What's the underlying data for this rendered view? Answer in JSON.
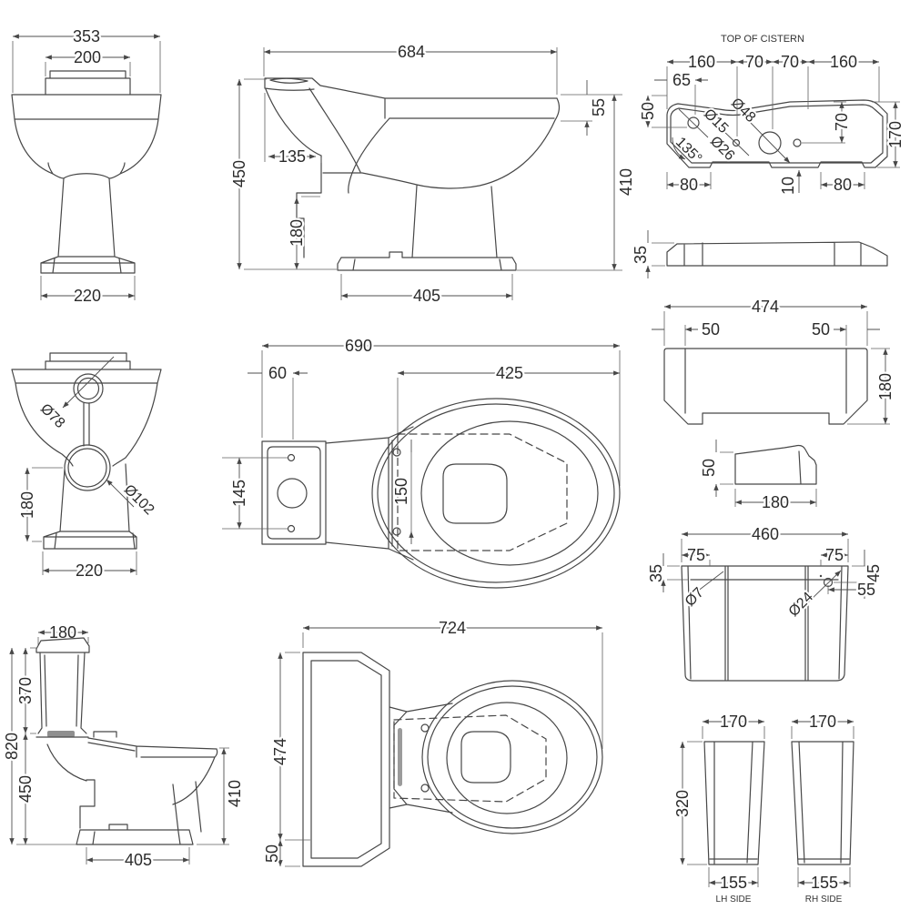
{
  "drawing": {
    "pan_front": {
      "width_top": "353",
      "width_flush": "200",
      "width_base": "220"
    },
    "pan_side": {
      "length": "684",
      "rim_depth": "55",
      "height": "450",
      "setback": "135",
      "outlet_height": "180",
      "base_length": "405",
      "rim_height": "410"
    },
    "cistern_top": {
      "title": "TOP OF CISTERN",
      "d160_left": "160",
      "d70_left": "70",
      "d70_right": "70",
      "d160_right": "160",
      "d65": "65",
      "d50": "50",
      "hole_small": "Ø15",
      "hole_mid": "Ø26",
      "hole_large": "Ø48",
      "angle": "135°",
      "d70_vert": "70",
      "depth": "170",
      "d80_left": "80",
      "d10": "10",
      "d80_right": "80"
    },
    "lid_side": {
      "height": "35"
    },
    "lid_plan": {
      "width": "474",
      "inset_left": "50",
      "inset_right": "50",
      "depth": "180"
    },
    "lid_end": {
      "height": "50",
      "width": "180"
    },
    "cistern_front": {
      "width": "460",
      "inset_left": "75",
      "inset_right": "75",
      "rim_depth": "35",
      "hole_left": "Ø7",
      "hole_right": "Ø24",
      "hole_drop": "45",
      "hole_offset": "55"
    },
    "pan_back": {
      "inlet": "Ø78",
      "outlet": "Ø102",
      "outlet_height": "180",
      "base_width": "220"
    },
    "pan_plan": {
      "length": "690",
      "fixing_offset": "60",
      "seat_length": "425",
      "fixing_centres": "145",
      "hinge_centres": "150"
    },
    "wc_side": {
      "cistern_depth": "180",
      "cistern_height": "370",
      "total_height": "820",
      "pan_height": "450",
      "base_length": "405",
      "rim_height": "410"
    },
    "wc_plan": {
      "length": "724",
      "width": "474",
      "inset": "50"
    },
    "side_panels": {
      "lh_label": "LH SIDE",
      "rh_label": "RH SIDE",
      "lh_top": "170",
      "rh_top": "170",
      "height": "320",
      "lh_base": "155",
      "rh_base": "155"
    }
  }
}
